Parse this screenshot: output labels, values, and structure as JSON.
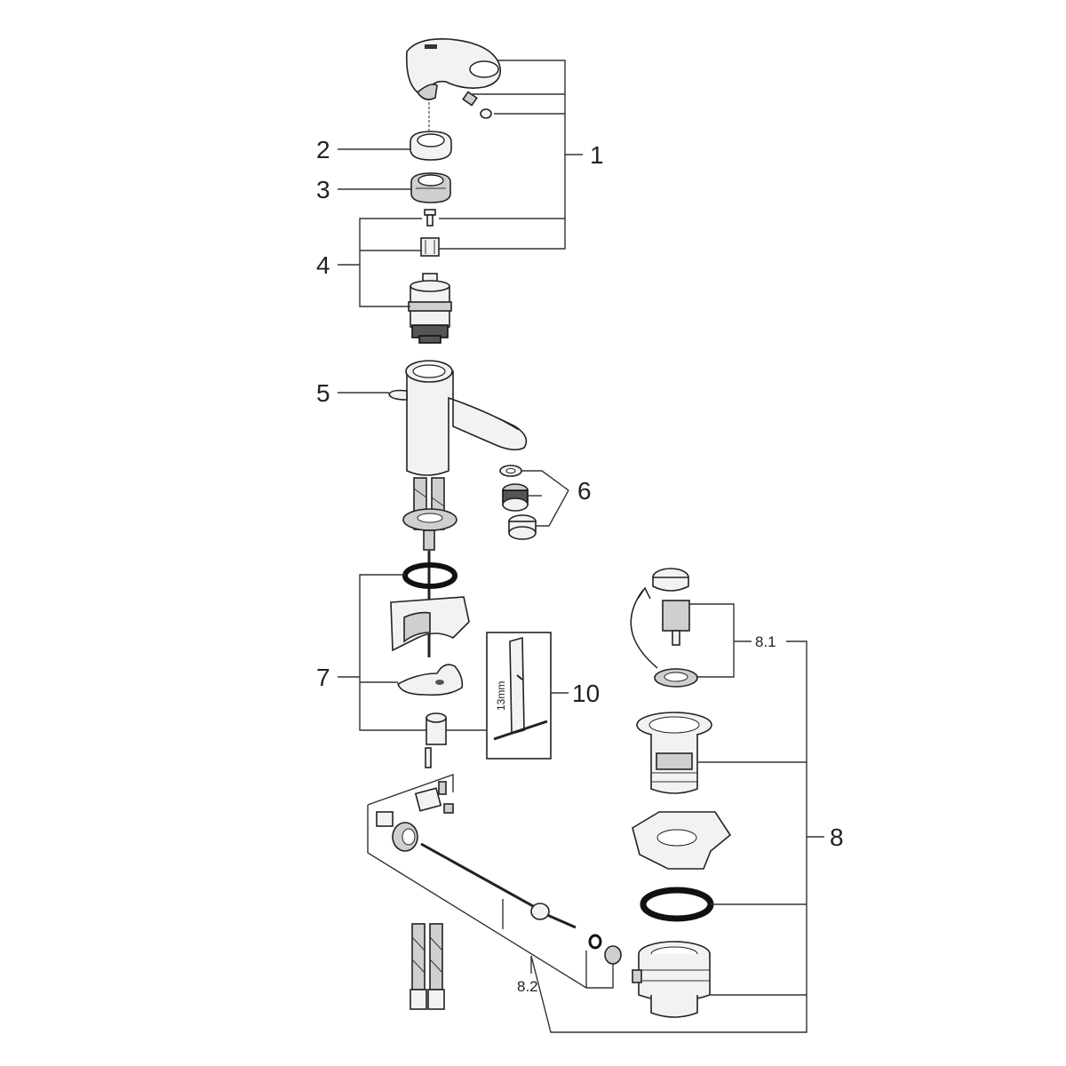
{
  "callouts": {
    "c1": "1",
    "c2": "2",
    "c3": "3",
    "c4": "4",
    "c5": "5",
    "c6": "6",
    "c7": "7",
    "c8": "8",
    "c81": "8.1",
    "c82": "8.2",
    "c10": "10"
  },
  "tool": {
    "size_label": "13mm"
  }
}
